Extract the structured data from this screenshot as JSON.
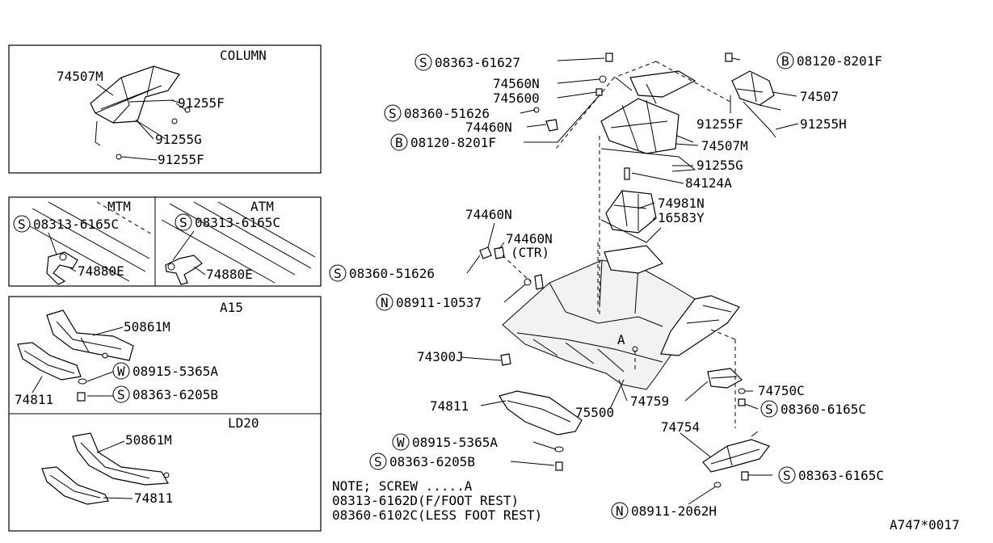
{
  "panels": {
    "column": "COLUMN",
    "mtm": "MTM",
    "atm": "ATM",
    "a15": "A15",
    "ld20": "LD20"
  },
  "symbols": {
    "s": "S",
    "b": "B",
    "w": "W",
    "n": "N"
  },
  "labels": {
    "col_74507m": "74507M",
    "col_91255f_a": "91255F",
    "col_91255g": "91255G",
    "col_91255f_b": "91255F",
    "mtm_screw": "08313-6165C",
    "mtm_74880e": "74880E",
    "atm_screw": "08313-6165C",
    "atm_74880e": "74880E",
    "a15_50861m": "50861M",
    "a15_washer": "08915-5365A",
    "a15_74811": "74811",
    "a15_screw": "08363-6205B",
    "ld20_50861m": "50861M",
    "ld20_74811": "74811",
    "m_08363_61627": "08363-61627",
    "m_74560n": "74560N",
    "m_74560q": "745600",
    "m_08360_51626_top": "08360-51626",
    "m_74460n_top": "74460N",
    "m_08120_8201f_left": "08120-8201F",
    "m_08120_8201f_right": "08120-8201F",
    "m_74507": "74507",
    "m_91255f": "91255F",
    "m_91255h": "91255H",
    "m_74507m": "74507M",
    "m_91255g": "91255G",
    "m_84124a": "84124A",
    "m_74981n": "74981N",
    "m_16583y": "16583Y",
    "m_74460n_mid": "74460N",
    "m_74460n_ctr": "74460N",
    "m_ctr": "(CTR)",
    "m_08360_51626_mid": "08360-51626",
    "m_08911_10537": "08911-10537",
    "m_74300j": "74300J",
    "m_point_a": "A",
    "m_74811": "74811",
    "m_75500": "75500",
    "m_74759": "74759",
    "m_74750c": "74750C",
    "m_08360_6165c": "08360-6165C",
    "m_74754": "74754",
    "m_08915_5365a": "08915-5365A",
    "m_08363_6205b": "08363-6205B",
    "m_08363_6165c": "08363-6165C",
    "m_08911_2062h": "08911-2062H"
  },
  "notes": {
    "line1": "NOTE; SCREW .....A",
    "line2": "08313-6162D(F/FOOT REST)",
    "line3": "08360-6102C(LESS FOOT REST)"
  },
  "figure_code": "A747*0017"
}
